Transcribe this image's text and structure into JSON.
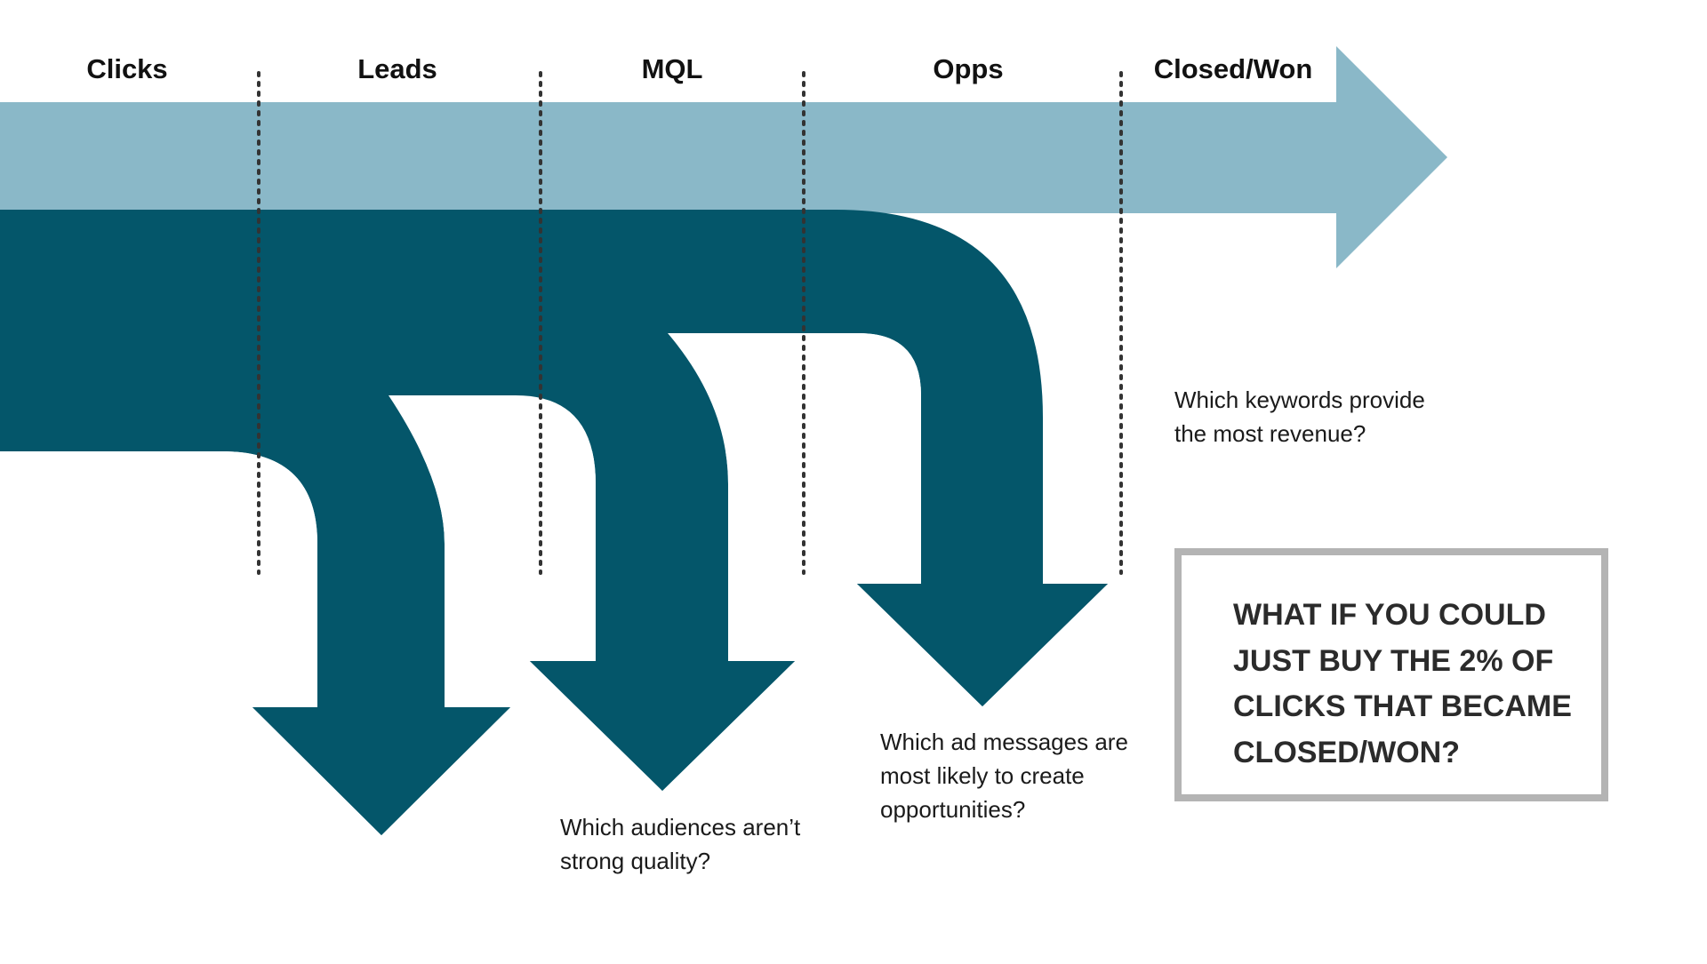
{
  "stages": [
    "Clicks",
    "Leads",
    "MQL",
    "Opps",
    "Closed/Won"
  ],
  "questions": {
    "keywords": [
      "Which keywords provide",
      "the most revenue?"
    ],
    "ad_messages": [
      "Which ad messages are",
      "most likely to create",
      "opportunities?"
    ],
    "audiences": [
      "Which audiences aren’t",
      "strong quality?"
    ]
  },
  "callout": {
    "lines": [
      "WHAT IF YOU COULD",
      "JUST BUY THE 2% OF",
      "CLICKS THAT BECAME",
      "CLOSED/WON?"
    ]
  },
  "colors": {
    "main_arrow": "#8ab8c8",
    "dropoff_arrows": "#04566a",
    "divider": "#333333",
    "callout_border": "#b4b4b4",
    "text": "#111111"
  }
}
